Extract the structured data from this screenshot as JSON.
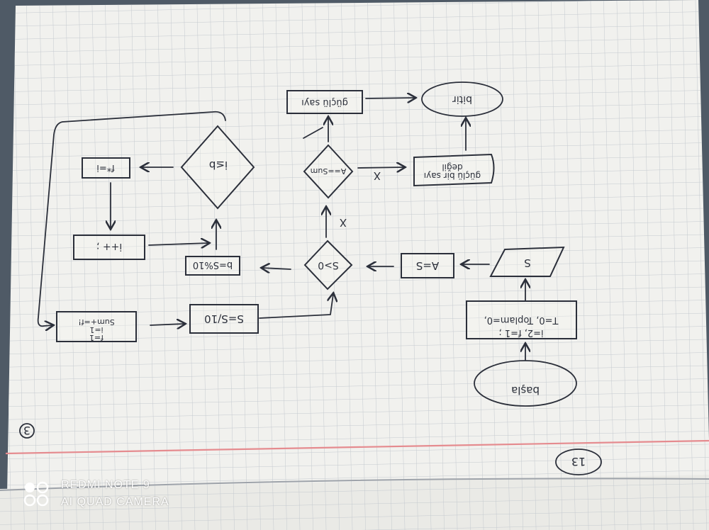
{
  "photo": {
    "watermark": {
      "brand": "REDMI NOTE 9",
      "camera": "AI QUAD CAMERA"
    },
    "page_number": "13",
    "corner_mark": "3",
    "flowchart": {
      "start": "başla",
      "init": "T=0, Toplam=0,",
      "init2": "i=2, f=1 ;",
      "input": "S",
      "assign_a": "A=S",
      "cond_s": "S>0",
      "mod": "b=S%10",
      "div": "S=S/10",
      "sum_line1": "Sum+=f!",
      "sum_line2": "i=1",
      "sum_line3": "f=1",
      "cond_i": "i≤b",
      "inc": "i++ ;",
      "fact": "f*=i",
      "cond_a": "A==Sum",
      "yes_out": "güçlü sayı",
      "no_out1": "güçlü bir sayı",
      "no_out2": "değil",
      "end": "bitir",
      "no_mark": "X"
    },
    "colors": {
      "paper": "#f1f1ee",
      "grid": "#c4c9cf",
      "ink": "#2b2f3a",
      "margin_line": "#e58b8f",
      "background": "#5a6470"
    }
  }
}
